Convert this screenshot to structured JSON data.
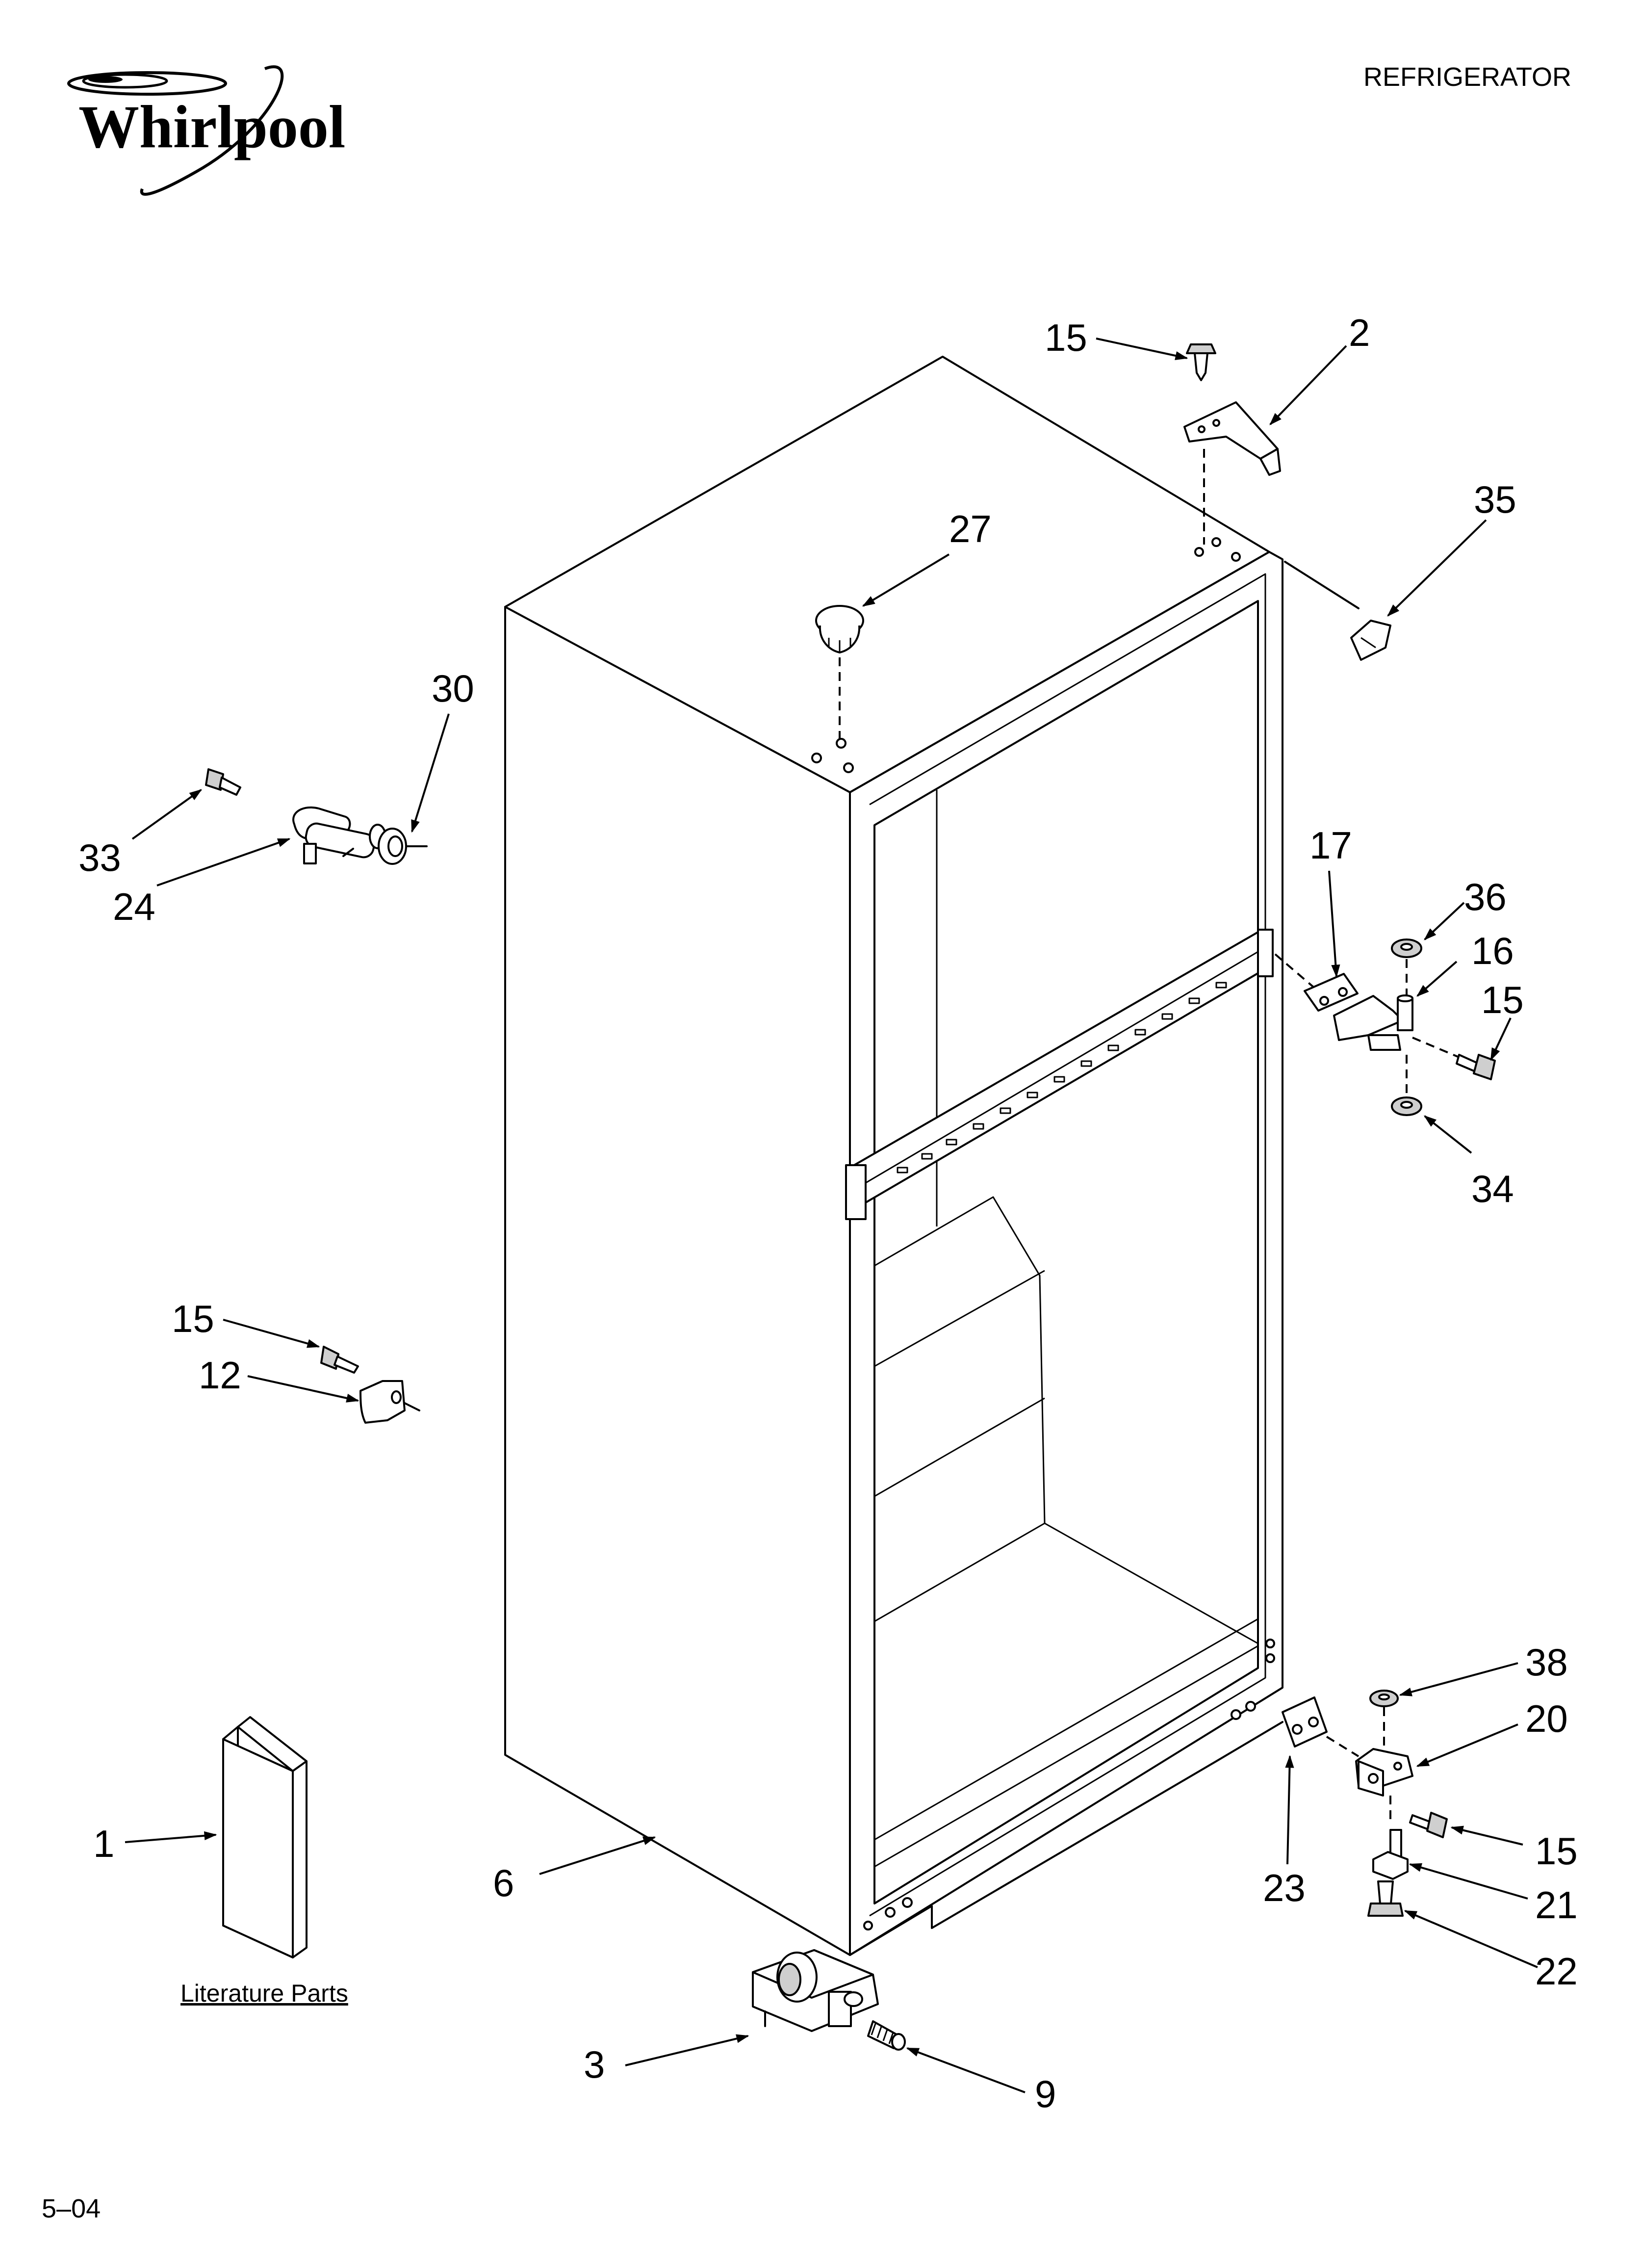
{
  "header": {
    "brand": "Whirlpool",
    "category": "REFRIGERATOR",
    "footer_code": "5–04"
  },
  "literature": {
    "label": "Literature Parts"
  },
  "callouts": [
    {
      "id": "c15a",
      "label": "15"
    },
    {
      "id": "c2",
      "label": "2"
    },
    {
      "id": "c35",
      "label": "35"
    },
    {
      "id": "c27",
      "label": "27"
    },
    {
      "id": "c30",
      "label": "30"
    },
    {
      "id": "c33",
      "label": "33"
    },
    {
      "id": "c24",
      "label": "24"
    },
    {
      "id": "c17",
      "label": "17"
    },
    {
      "id": "c36",
      "label": "36"
    },
    {
      "id": "c16",
      "label": "16"
    },
    {
      "id": "c15b",
      "label": "15"
    },
    {
      "id": "c34",
      "label": "34"
    },
    {
      "id": "c15c",
      "label": "15"
    },
    {
      "id": "c12",
      "label": "12"
    },
    {
      "id": "c38",
      "label": "38"
    },
    {
      "id": "c20",
      "label": "20"
    },
    {
      "id": "c1",
      "label": "1"
    },
    {
      "id": "c6",
      "label": "6"
    },
    {
      "id": "c23",
      "label": "23"
    },
    {
      "id": "c15d",
      "label": "15"
    },
    {
      "id": "c21",
      "label": "21"
    },
    {
      "id": "c22",
      "label": "22"
    },
    {
      "id": "c3",
      "label": "3"
    },
    {
      "id": "c9",
      "label": "9"
    }
  ]
}
